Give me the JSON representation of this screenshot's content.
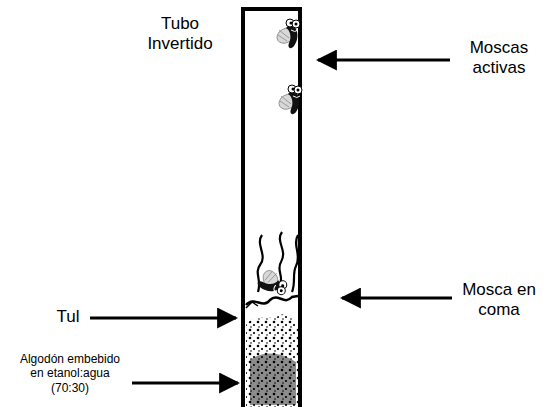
{
  "diagram": {
    "labels": [
      "Tubo Invertido",
      "Moscas activas",
      "Mosca en coma",
      "Tul",
      "Algodón embebido en etanol:agua (70:30)"
    ]
  }
}
